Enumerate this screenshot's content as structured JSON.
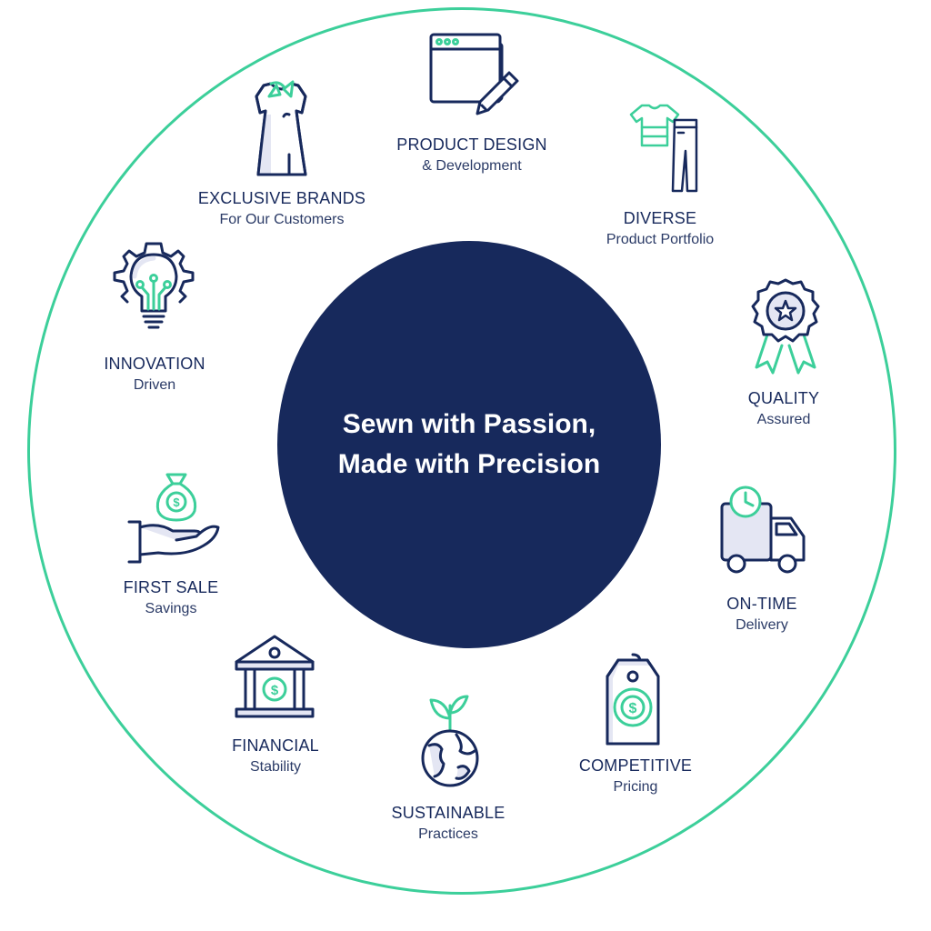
{
  "center": {
    "line1": "Sewn with Passion,",
    "line2": "Made with Precision"
  },
  "colors": {
    "navy": "#17295c",
    "green": "#3ccf9a",
    "lavender": "#e4e6f3"
  },
  "features": [
    {
      "id": "product-design",
      "icon": "browser-pencil-icon",
      "title": "PRODUCT DESIGN",
      "subtitle": "& Development"
    },
    {
      "id": "diverse",
      "icon": "tshirt-trousers-icon",
      "title": "DIVERSE",
      "subtitle": "Product Portfolio"
    },
    {
      "id": "quality",
      "icon": "award-badge-icon",
      "title": "QUALITY",
      "subtitle": "Assured"
    },
    {
      "id": "on-time",
      "icon": "delivery-truck-clock-icon",
      "title": "ON-TIME",
      "subtitle": "Delivery"
    },
    {
      "id": "competitive",
      "icon": "price-tag-dollar-icon",
      "title": "COMPETITIVE",
      "subtitle": "Pricing"
    },
    {
      "id": "sustainable",
      "icon": "globe-sprout-icon",
      "title": "SUSTAINABLE",
      "subtitle": "Practices"
    },
    {
      "id": "financial",
      "icon": "bank-building-icon",
      "title": "FINANCIAL",
      "subtitle": "Stability"
    },
    {
      "id": "first-sale",
      "icon": "hand-money-bag-icon",
      "title": "FIRST SALE",
      "subtitle": "Savings"
    },
    {
      "id": "innovation",
      "icon": "lightbulb-gear-icon",
      "title": "INNOVATION",
      "subtitle": "Driven"
    },
    {
      "id": "exclusive-brands",
      "icon": "dress-icon",
      "title": "EXCLUSIVE BRANDS",
      "subtitle": "For Our Customers"
    }
  ]
}
